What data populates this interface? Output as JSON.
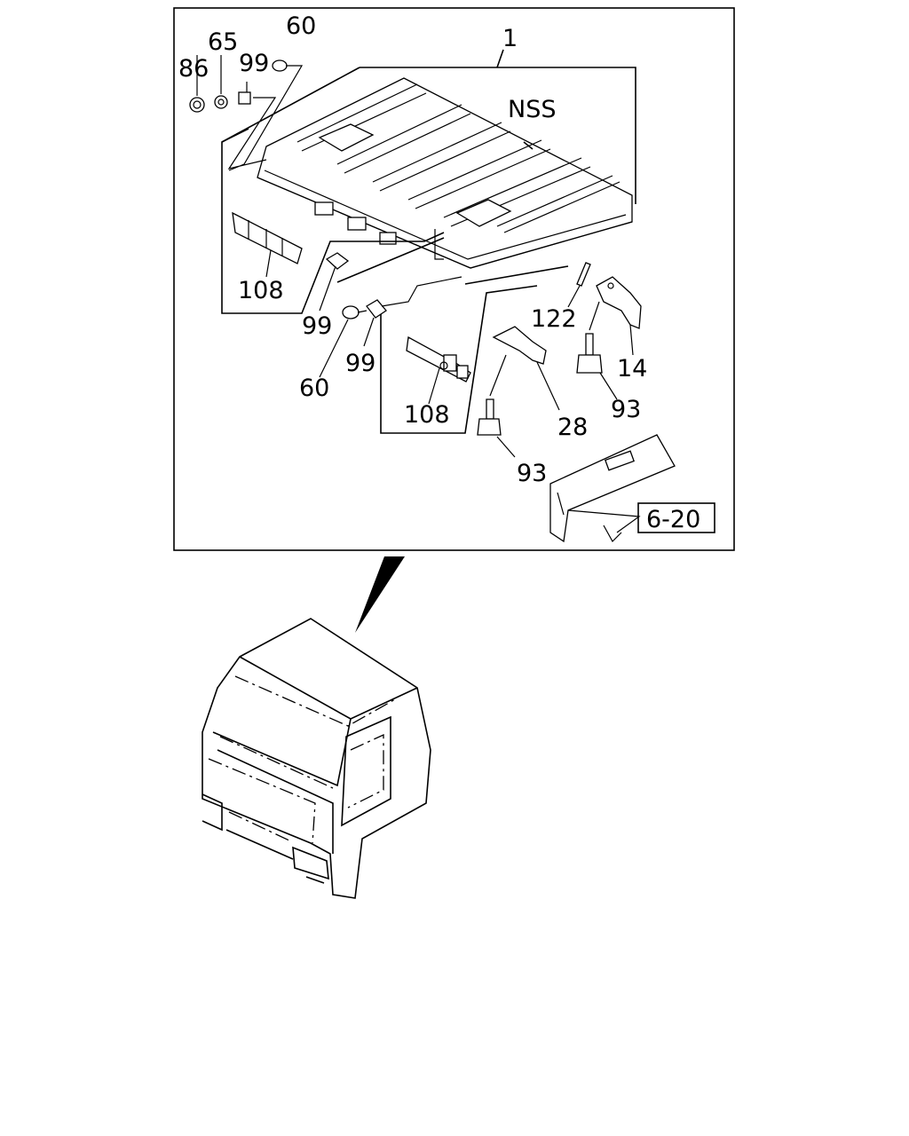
{
  "callouts": {
    "c1": "1",
    "nss": "NSS",
    "c60_top": "60",
    "c65": "65",
    "c99_top": "99",
    "c86": "86",
    "c108_left": "108",
    "c99_mid": "99",
    "c60_bottom": "60",
    "c99_bottom": "99",
    "c108_bottom": "108",
    "c122": "122",
    "c14": "14",
    "c93_right": "93",
    "c28": "28",
    "c93_bottom": "93",
    "ref_6_20": "6-20"
  }
}
